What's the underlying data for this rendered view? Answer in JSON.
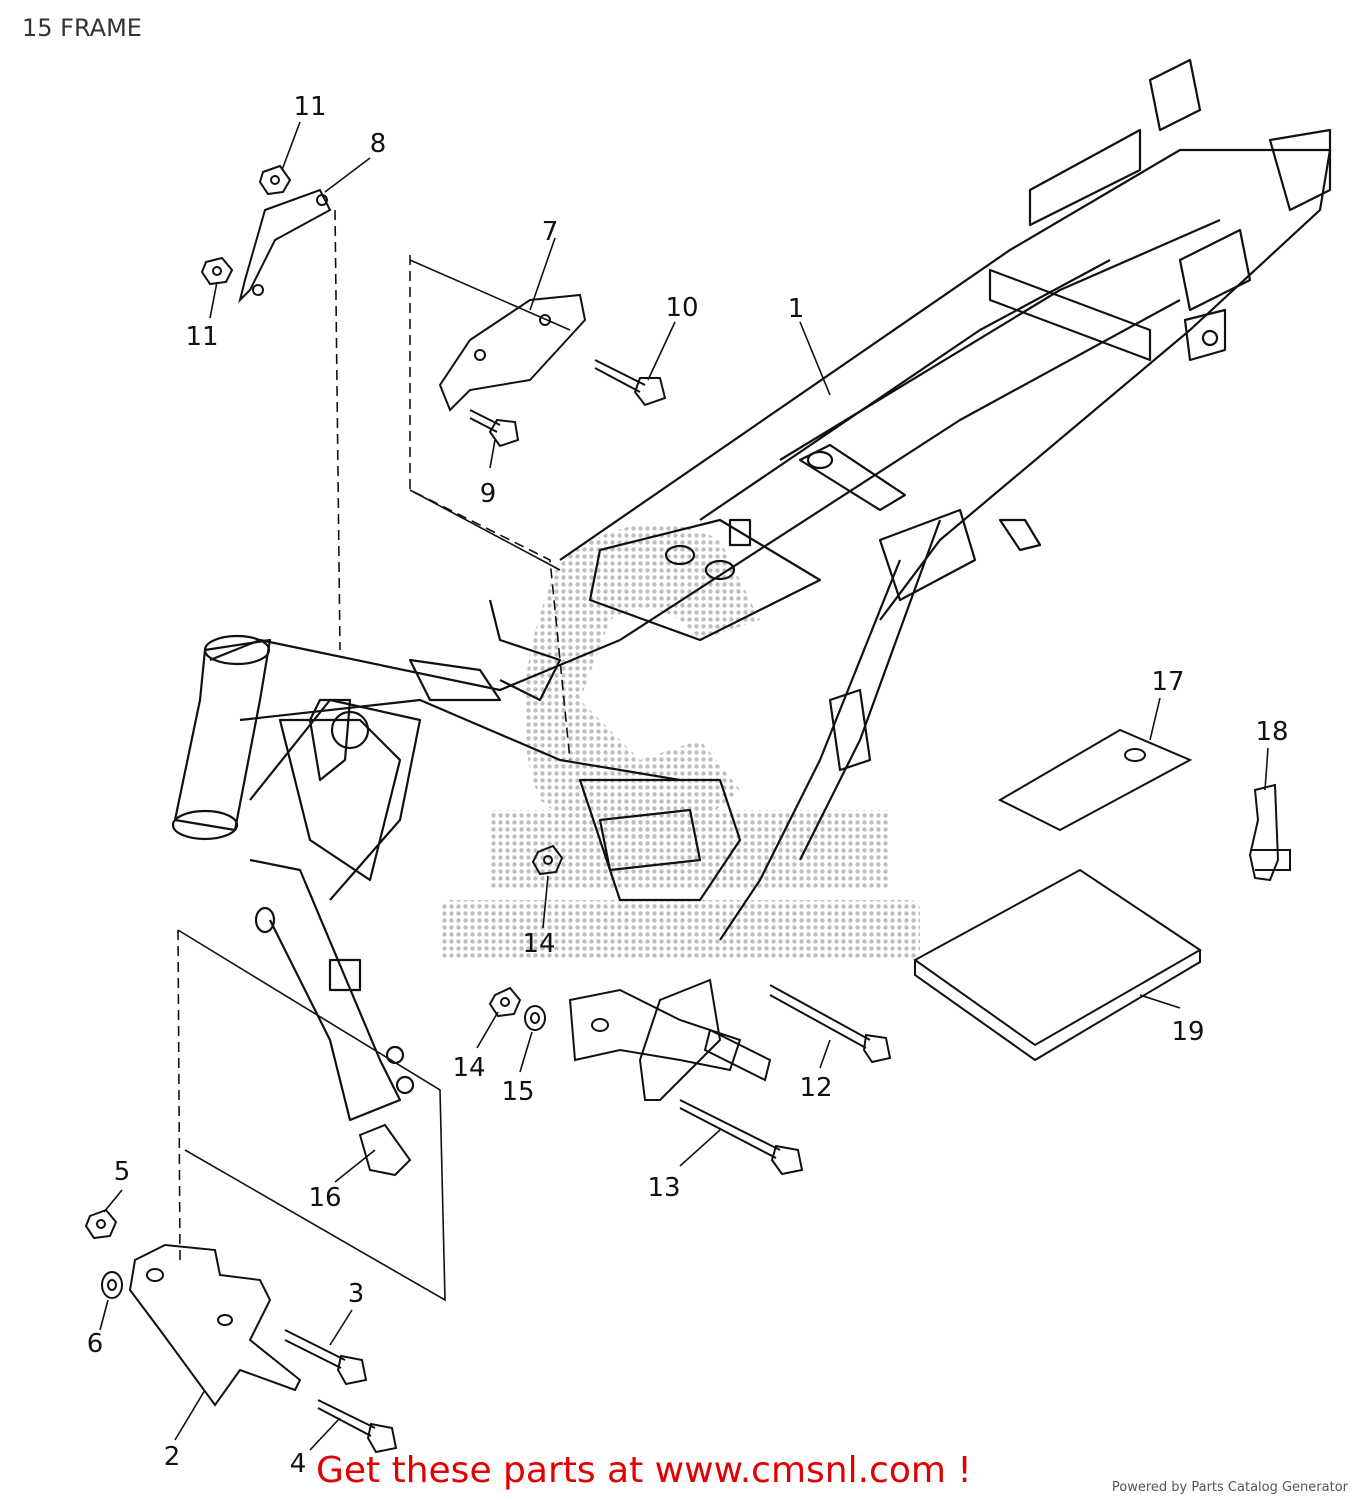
{
  "page_title": "15 FRAME",
  "callouts": [
    {
      "id": "1",
      "label": "1"
    },
    {
      "id": "2",
      "label": "2"
    },
    {
      "id": "3",
      "label": "3"
    },
    {
      "id": "4",
      "label": "4"
    },
    {
      "id": "5",
      "label": "5"
    },
    {
      "id": "6",
      "label": "6"
    },
    {
      "id": "7",
      "label": "7"
    },
    {
      "id": "8",
      "label": "8"
    },
    {
      "id": "9",
      "label": "9"
    },
    {
      "id": "10",
      "label": "10"
    },
    {
      "id": "11a",
      "label": "11"
    },
    {
      "id": "11b",
      "label": "11"
    },
    {
      "id": "12",
      "label": "12"
    },
    {
      "id": "13",
      "label": "13"
    },
    {
      "id": "14a",
      "label": "14"
    },
    {
      "id": "14b",
      "label": "14"
    },
    {
      "id": "15",
      "label": "15"
    },
    {
      "id": "16",
      "label": "16"
    },
    {
      "id": "17",
      "label": "17"
    },
    {
      "id": "18",
      "label": "18"
    },
    {
      "id": "19",
      "label": "19"
    }
  ],
  "footer": {
    "cta": "Get these parts at www.cmsnl.com !",
    "powered_by": "Powered by Parts Catalog Generator"
  },
  "watermark": "CMS"
}
